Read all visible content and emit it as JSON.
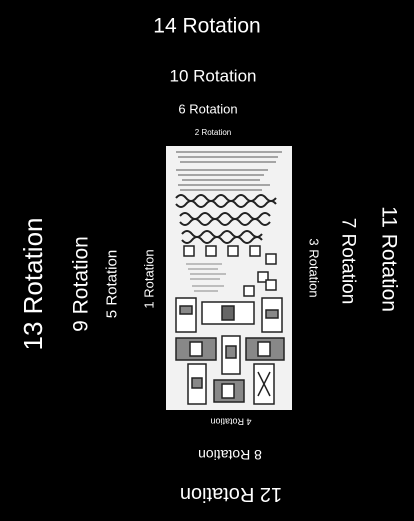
{
  "labels": {
    "rotation_1": "1 Rotation",
    "rotation_2": "2 Rotation",
    "rotation_3": "3 Rotation",
    "rotation_4": "4 Rotation",
    "rotation_5": "5 Rotation",
    "rotation_6": "6 Rotation",
    "rotation_7": "7 Rotation",
    "rotation_8": "8 Rotation",
    "rotation_9": "9 Rotation",
    "rotation_10": "10 Rotation",
    "rotation_11": "11 Rotation",
    "rotation_12": "12 Rotation",
    "rotation_13": "13 Rotation",
    "rotation_14": "14 Rotation"
  },
  "colors": {
    "background": "#000000",
    "label_text": "#ffffff",
    "sheet": "#f2f2f2",
    "ink": "#2a2a2a"
  }
}
